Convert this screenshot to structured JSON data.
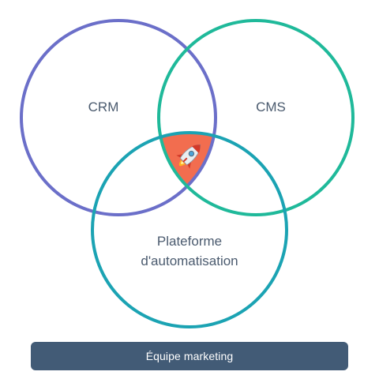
{
  "diagram": {
    "sets": [
      {
        "id": "crm",
        "label": "CRM",
        "color": "#6b6fc9"
      },
      {
        "id": "cms",
        "label": "CMS",
        "color": "#1fb99a"
      },
      {
        "id": "automation",
        "label_lines": [
          "Plateforme",
          "d'automatisation"
        ],
        "color": "#1ba3b3"
      }
    ],
    "intersection": {
      "fill_color": "#f26d4f",
      "icon": "rocket-icon"
    }
  },
  "footer": {
    "label": "Équipe marketing",
    "color": "#425b76"
  }
}
